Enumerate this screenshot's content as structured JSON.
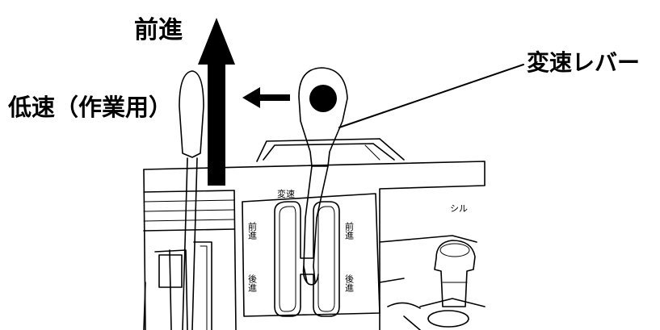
{
  "labels": {
    "forward": "前進",
    "low_speed": "低速（作業用）",
    "shift_lever": "変速レバー"
  },
  "panel_marks": {
    "top": "変速",
    "left_upper": "前進",
    "right_upper": "前進",
    "left_lower": "後進",
    "right_lower": "後進",
    "far_right": "シル"
  },
  "colors": {
    "ink": "#000000",
    "paper": "#ffffff"
  },
  "icons": {
    "forward": "arrow-up-icon",
    "direction": "arrow-left-icon"
  }
}
